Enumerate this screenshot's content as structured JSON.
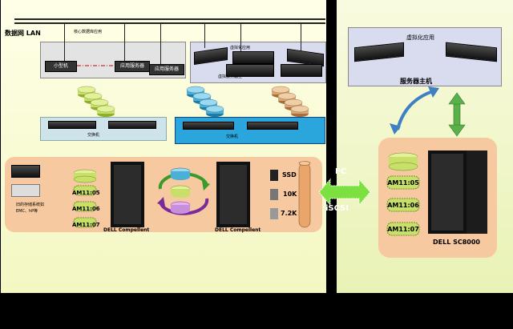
{
  "lan": {
    "title": "数据网 LAN",
    "core_db_label": "核心数据库应用",
    "virtual_app_label": "虚拟化应用",
    "minicomputer_label": "小型机",
    "app_server_label_1": "应用服务器",
    "app_server_label_2": "应用服务器",
    "virtual_host_label": "虚拟服务器主"
  },
  "switches": {
    "left_label": "交换机",
    "right_label": "交换机"
  },
  "storage_left": {
    "legacy_label_line1": "旧的存储系统如",
    "legacy_label_line2": "EMC、hP等",
    "am_labels": [
      "AM11:05",
      "AM11:06",
      "AM11:07"
    ],
    "compellent_1": "DELL Compellent",
    "compellent_2": "DELL Compellent",
    "tiers": [
      "SSD",
      "10K",
      "7.2K"
    ]
  },
  "link": {
    "fc_label": "FC",
    "iscsi_label": "iSCSI"
  },
  "right": {
    "virtual_app_label": "虚拟化应用",
    "server_host_label": "服务器主机",
    "am_labels": [
      "AM11:05",
      "AM11:06",
      "AM11:07"
    ],
    "sc_label": "DELL SC8000"
  },
  "colors": {
    "green_disk": "#c8e06a",
    "blue_disk": "#4ab0d8",
    "tan_disk": "#d9a878",
    "switch_left_bg": "#cfe3ea",
    "switch_right_bg": "#2aa6dc",
    "orange_panel": "#f7c9a0"
  }
}
